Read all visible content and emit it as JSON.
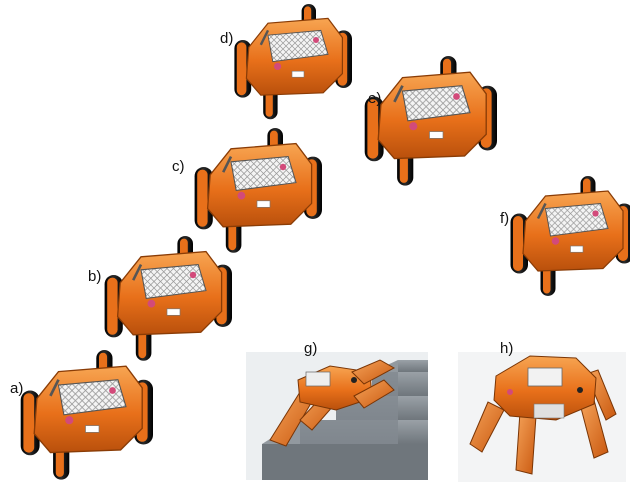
{
  "labels": {
    "a": "a)",
    "b": "b)",
    "c": "c)",
    "d": "d)",
    "e": "e)",
    "f": "f)",
    "g": "g)",
    "h": "h)"
  },
  "colors": {
    "body_orange": "#e8701a",
    "body_highlight": "#f5a04a",
    "track_black": "#1a1a1a",
    "panel_white": "#f2f2f2",
    "stairs_gray": "#8f969c",
    "stairs_dark": "#5f666c",
    "backdrop_light": "#e9ecee"
  }
}
